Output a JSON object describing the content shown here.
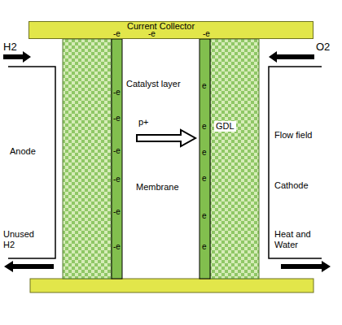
{
  "diagram": {
    "nodes": [
      {
        "text": [
          "Current Collector",
          "-e",
          "-e",
          "-e"
        ]
      }
    ],
    "labels": [
      "H2",
      "Anode",
      "Unused H2",
      "Catalyst layer",
      "p+",
      "Membrane",
      "GDL",
      "Flow field",
      "Cathode",
      "Heat and Water",
      "O2",
      "-e",
      "-e",
      "-e",
      "-e",
      "-e",
      "-e",
      "e",
      "e",
      "e",
      "e",
      "e",
      "e"
    ]
  }
}
